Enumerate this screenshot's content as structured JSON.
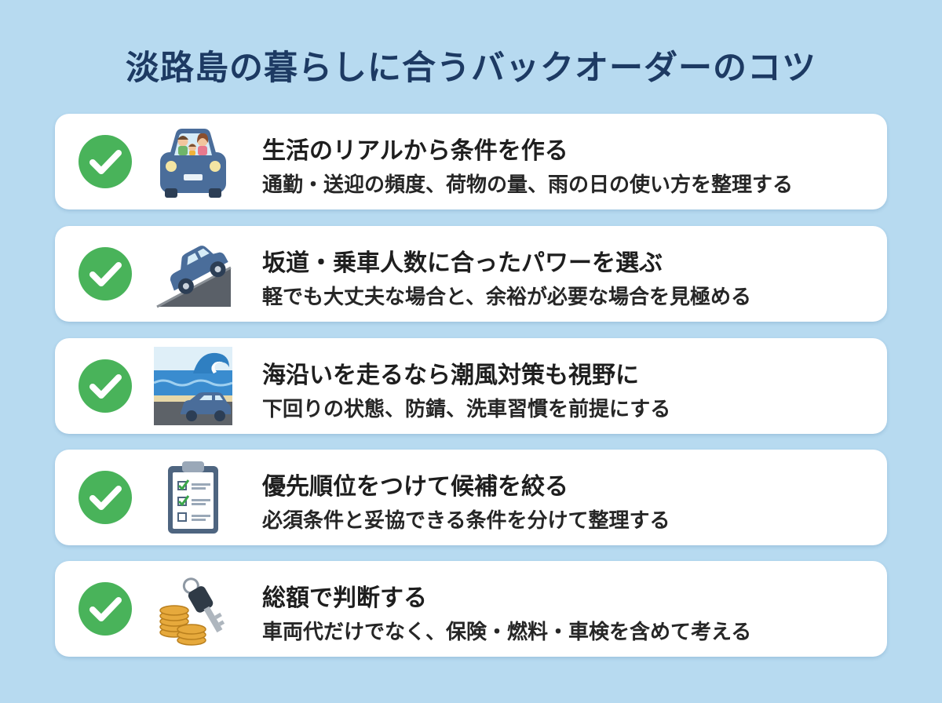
{
  "title": "淡路島の暮らしに合うバックオーダーのコツ",
  "items": [
    {
      "heading": "生活のリアルから条件を作る",
      "description": "通勤・送迎の頻度、荷物の量、雨の日の使い方を整理する",
      "icon": "family-car-icon"
    },
    {
      "heading": "坂道・乗車人数に合ったパワーを選ぶ",
      "description": "軽でも大丈夫な場合と、余裕が必要な場合を見極める",
      "icon": "uphill-car-icon"
    },
    {
      "heading": "海沿いを走るなら潮風対策も視野に",
      "description": "下回りの状態、防錆、洗車習慣を前提にする",
      "icon": "seaside-car-icon"
    },
    {
      "heading": "優先順位をつけて候補を絞る",
      "description": "必須条件と妥協できる条件を分けて整理する",
      "icon": "checklist-clipboard-icon"
    },
    {
      "heading": "総額で判断する",
      "description": "車両代だけでなく、保険・燃料・車検を含めて考える",
      "icon": "coins-key-icon"
    }
  ],
  "colors": {
    "background": "#b7daf0",
    "title": "#1d3a63",
    "check": "#49b35a",
    "card": "#ffffff"
  }
}
